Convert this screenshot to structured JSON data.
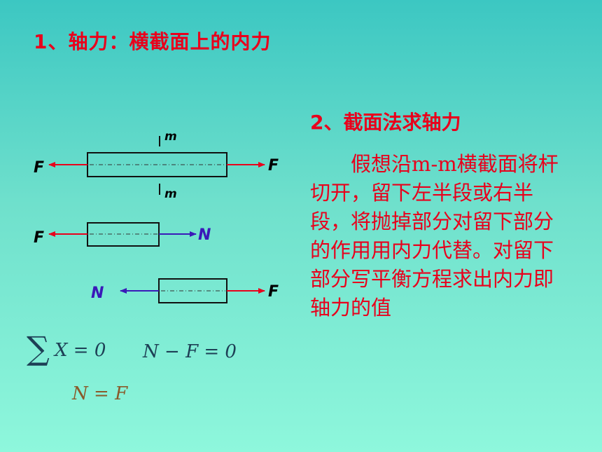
{
  "heading1": "1、轴力：横截面上的内力",
  "heading2": "2、截面法求轴力",
  "paragraph": "假想沿m-m横截面将杆切开，留下左半段或右半段，将抛掉部分对留下部分的作用用内力代替。对留下部分写平衡方程求出内力即轴力的值",
  "diagram": {
    "label_F": "F",
    "label_N": "N",
    "label_m": "m"
  },
  "equations": {
    "sigma": "∑",
    "eq1": "X = 0",
    "eq2": "N − F = 0",
    "eq3": "N = F"
  },
  "colors": {
    "accent_red": "#e8001c",
    "arrow_blue": "#3a19b8"
  }
}
